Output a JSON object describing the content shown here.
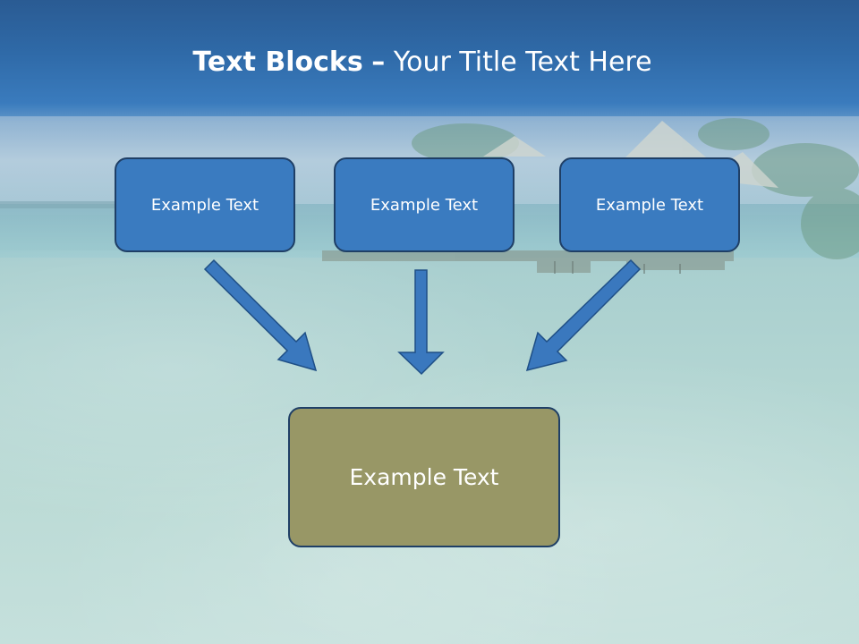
{
  "title": {
    "bold": "Text Blocks",
    "separator": "–",
    "rest": "Your Title Text Here"
  },
  "blocks": {
    "left": "Example Text",
    "center": "Example Text",
    "right": "Example Text",
    "result": "Example Text"
  },
  "colors": {
    "header": "#2f6aa8",
    "block_fill": "#3a7bc0",
    "block_border": "#1f3f66",
    "result_fill": "#989766",
    "arrow_fill": "#3a78be"
  }
}
